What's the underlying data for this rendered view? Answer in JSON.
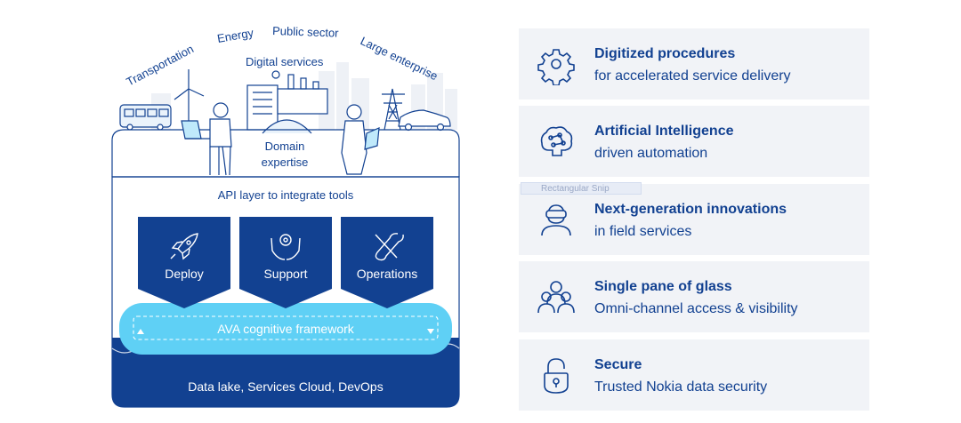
{
  "diagram": {
    "sectors": [
      "Transportation",
      "Energy",
      "Public sector",
      "Digital services",
      "Large enterprise"
    ],
    "domain_label_line1": "Domain",
    "domain_label_line2": "expertise",
    "api_layer": "API layer to integrate tools",
    "boxes": [
      {
        "label": "Deploy",
        "icon": "rocket-icon"
      },
      {
        "label": "Support",
        "icon": "hands-gear-icon"
      },
      {
        "label": "Operations",
        "icon": "tools-icon"
      }
    ],
    "framework": "AVA cognitive framework",
    "base": "Data lake, Services Cloud, DevOps",
    "colors": {
      "navy": "#124191",
      "cyan": "#5fd0f5",
      "light_blue": "#eaf3fb",
      "card_bg": "#f1f3f7"
    }
  },
  "features": [
    {
      "title": "Digitized procedures",
      "subtitle": "for accelerated service delivery",
      "icon": "gear-icon"
    },
    {
      "title": "Artificial Intelligence",
      "subtitle": "driven automation",
      "icon": "brain-icon"
    },
    {
      "title": "Next-generation innovations",
      "subtitle": "in field services",
      "icon": "vr-headset-person-icon"
    },
    {
      "title": "Single pane of glass",
      "subtitle": "Omni-channel access & visibility",
      "icon": "group-icon"
    },
    {
      "title": "Secure",
      "subtitle": "Trusted Nokia data security",
      "icon": "padlock-icon"
    }
  ],
  "snip_label": "Rectangular Snip"
}
